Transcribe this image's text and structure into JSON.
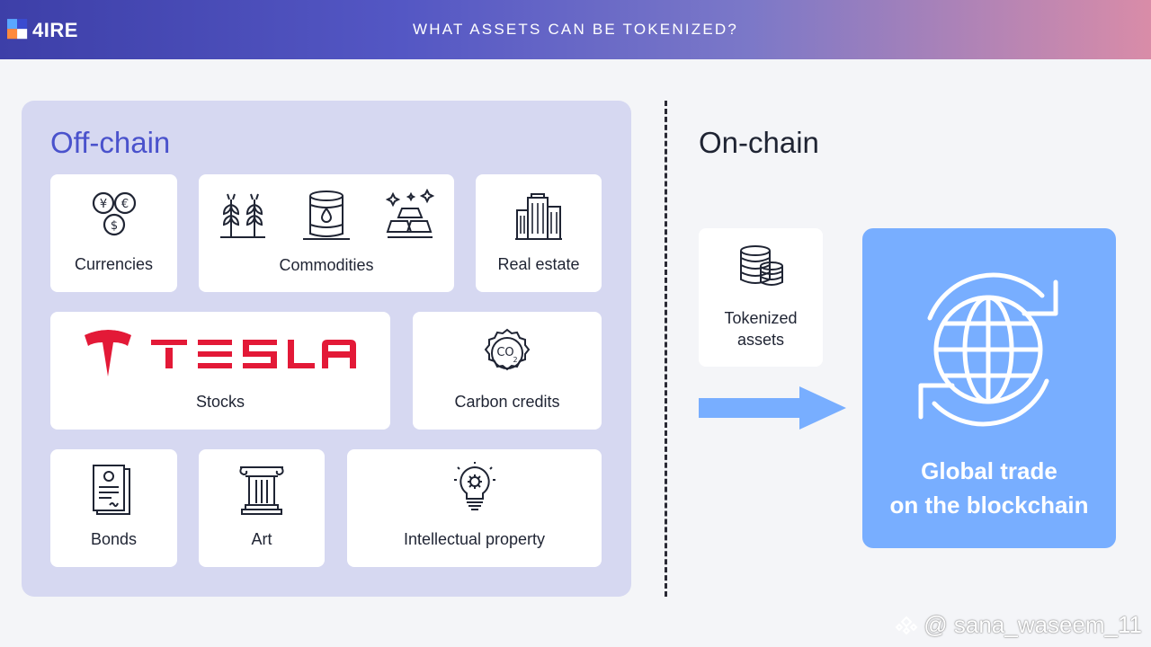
{
  "brand": {
    "logo_text": "4IRE"
  },
  "header": {
    "title": "WHAT ASSETS CAN BE TOKENIZED?"
  },
  "offchain": {
    "title": "Off-chain",
    "cards": {
      "currencies": "Currencies",
      "commodities": "Commodities",
      "real_estate": "Real estate",
      "stocks": "Stocks",
      "stocks_logo_text": "TESLA",
      "carbon": "Carbon credits",
      "bonds": "Bonds",
      "art": "Art",
      "ip": "Intellectual property"
    }
  },
  "onchain": {
    "title": "On-chain",
    "tokenized_line1": "Tokenized",
    "tokenized_line2": "assets",
    "global_line1": "Global trade",
    "global_line2": "on the blockchain"
  },
  "watermark": {
    "text": "@ sana_waseem_11"
  },
  "colors": {
    "accent": "#4a52cc",
    "panel": "#d6d8f1",
    "global_box": "#78aeff",
    "tesla_red": "#e31937"
  }
}
